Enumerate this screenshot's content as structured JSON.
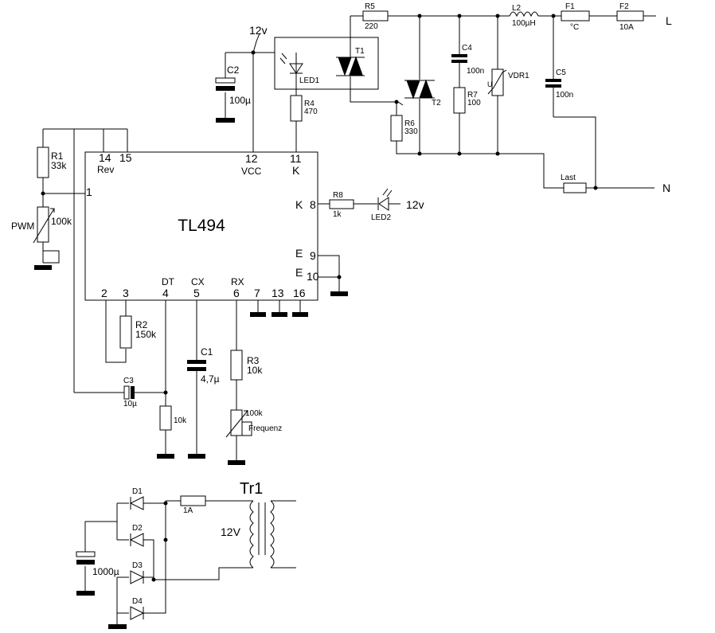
{
  "supply": {
    "vcc_label_top": "12v",
    "vcc_label_led2": "12v",
    "line_label": "L",
    "neutral_label": "N"
  },
  "ic": {
    "name": "TL494",
    "pin_labels": {
      "p14": "Rev",
      "p12": "VCC",
      "p11": "K",
      "p8": "K",
      "p9": "E",
      "p10": "E",
      "p4": "DT",
      "p5": "CX",
      "p6": "RX"
    },
    "pin_numbers": {
      "p14": "14",
      "p15": "15",
      "p12": "12",
      "p11": "11",
      "p1": "1",
      "p8": "8",
      "p9": "9",
      "p10": "10",
      "p2": "2",
      "p3": "3",
      "p4": "4",
      "p5": "5",
      "p6": "6",
      "p7": "7",
      "p13": "13",
      "p16": "16"
    }
  },
  "components": {
    "R1": {
      "ref": "R1",
      "value": "33k"
    },
    "PWM": {
      "ref": "PWM",
      "value": "100k"
    },
    "R2": {
      "ref": "R2",
      "value": "150k"
    },
    "C3": {
      "ref": "C3",
      "value": "10µ"
    },
    "R_dt": {
      "value": "10k"
    },
    "C1": {
      "ref": "C1",
      "value": "4,7µ"
    },
    "R3": {
      "ref": "R3",
      "value": "10k"
    },
    "FREQ": {
      "ref": "Frequenz",
      "value": "100k"
    },
    "C2": {
      "ref": "C2",
      "value": "100µ"
    },
    "LED1": {
      "ref": "LED1"
    },
    "T1": {
      "ref": "T1"
    },
    "R4": {
      "ref": "R4",
      "value": "470"
    },
    "R5": {
      "ref": "R5",
      "value": "220"
    },
    "T2": {
      "ref": "T2"
    },
    "R6": {
      "ref": "R6",
      "value": "330"
    },
    "C4": {
      "ref": "C4",
      "value": "100n"
    },
    "R7": {
      "ref": "R7",
      "value": "100"
    },
    "VDR1": {
      "ref": "VDR1",
      "symbol": "U"
    },
    "L2": {
      "ref": "L2",
      "value": "100µH"
    },
    "F1": {
      "ref": "F1",
      "value": "°C"
    },
    "F2": {
      "ref": "F2",
      "value": "10A"
    },
    "C5": {
      "ref": "C5",
      "value": "100n"
    },
    "LOAD": {
      "ref": "Last"
    },
    "R8": {
      "ref": "R8",
      "value": "1k"
    },
    "LED2": {
      "ref": "LED2"
    },
    "D1": {
      "ref": "D1"
    },
    "D2": {
      "ref": "D2"
    },
    "D3": {
      "ref": "D3"
    },
    "D4": {
      "ref": "D4"
    },
    "F3": {
      "value": "1A"
    },
    "C6": {
      "value": "1000µ"
    },
    "TR1": {
      "ref": "Tr1",
      "secondary": "12V"
    }
  }
}
